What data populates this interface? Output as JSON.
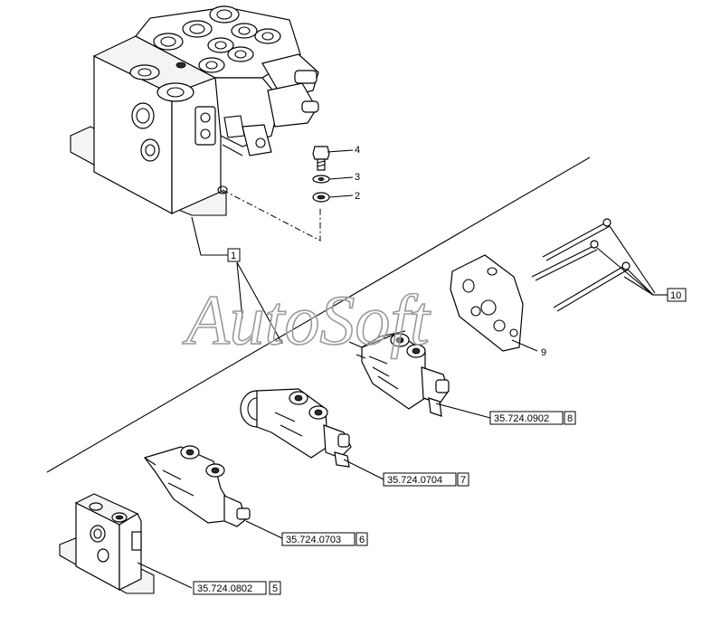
{
  "watermark": "AutoSoft",
  "callouts": {
    "c1": "1",
    "c2": "2",
    "c3": "3",
    "c4": "4",
    "c9": "9",
    "c10": "10",
    "ref8": {
      "code": "35.724.0902",
      "num": "8"
    },
    "ref7": {
      "code": "35.724.0704",
      "num": "7"
    },
    "ref6": {
      "code": "35.724.0703",
      "num": "6"
    },
    "ref5": {
      "code": "35.724.0802",
      "num": "5"
    }
  },
  "colors": {
    "line": "#000000",
    "watermark_outline": "#9a9a9a",
    "background": "#ffffff"
  }
}
